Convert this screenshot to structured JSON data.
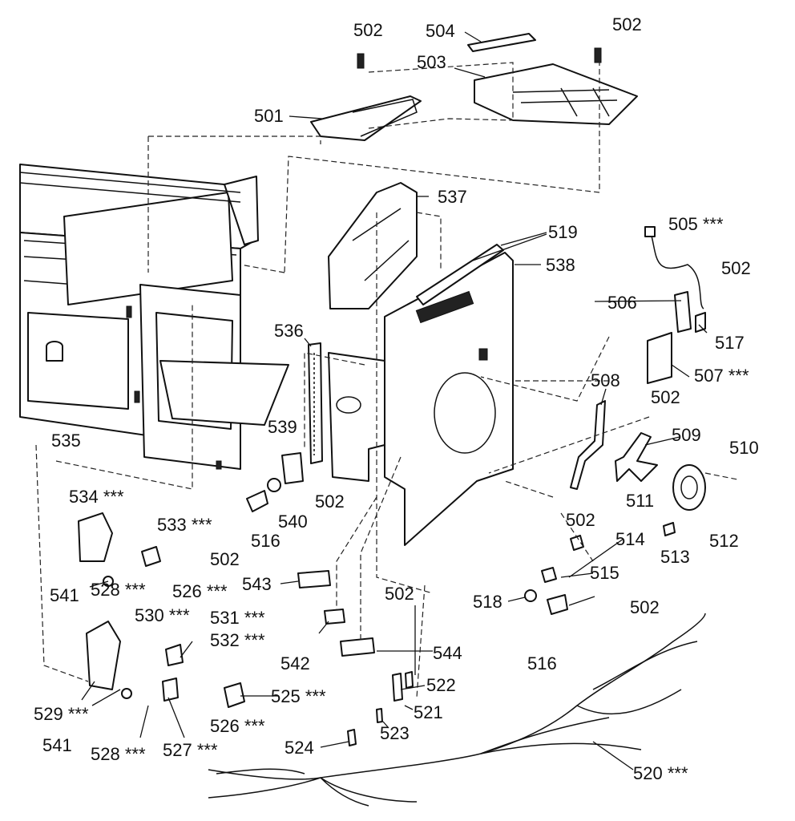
{
  "diagram": {
    "background": "#ffffff",
    "ink": "#111111",
    "callouts": {
      "c501": "501",
      "c502a": "502",
      "c502b": "502",
      "c502c": "502",
      "c502d": "502",
      "c502e": "502",
      "c502f": "502",
      "c502g": "502",
      "c502h": "502",
      "c502i": "502",
      "c503": "503",
      "c504": "504",
      "c505": "505 ***",
      "c506": "506",
      "c507": "507 ***",
      "c508": "508",
      "c509": "509",
      "c510": "510",
      "c511": "511",
      "c512": "512",
      "c513": "513",
      "c514": "514",
      "c515": "515",
      "c516a": "516",
      "c516b": "516",
      "c517": "517",
      "c518": "518",
      "c519": "519",
      "c520": "520 ***",
      "c521": "521",
      "c522": "522",
      "c523": "523",
      "c524": "524",
      "c525": "525 ***",
      "c526a": "526 ***",
      "c526b": "526 ***",
      "c527": "527 ***",
      "c528a": "528 ***",
      "c528b": "528 ***",
      "c529": "529 ***",
      "c530": "530 ***",
      "c531": "531 ***",
      "c532": "532 ***",
      "c533": "533 ***",
      "c534": "534 ***",
      "c535": "535",
      "c536": "536",
      "c537": "537",
      "c538": "538",
      "c539": "539",
      "c540": "540",
      "c541a": "541",
      "c541b": "541",
      "c542": "542",
      "c543": "543",
      "c544": "544"
    }
  }
}
